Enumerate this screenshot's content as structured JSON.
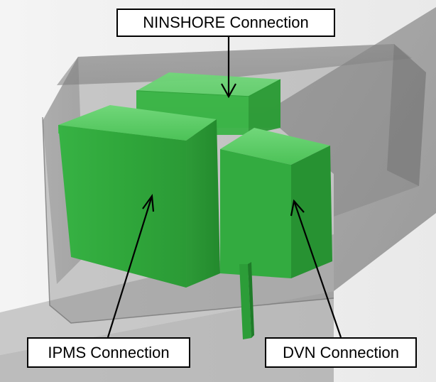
{
  "labels": {
    "ninshore": "NINSHORE Connection",
    "ipms": "IPMS Connection",
    "dvn": "DVN Connection"
  },
  "colors": {
    "background": "#ffffff",
    "enclosure_glass": "#7f7f7f",
    "walkway": "#9c9c9c",
    "module_green": "#2fa83c",
    "module_green_light": "#5fd06a",
    "module_green_dark": "#1f7f2b",
    "arrow": "#000000"
  }
}
